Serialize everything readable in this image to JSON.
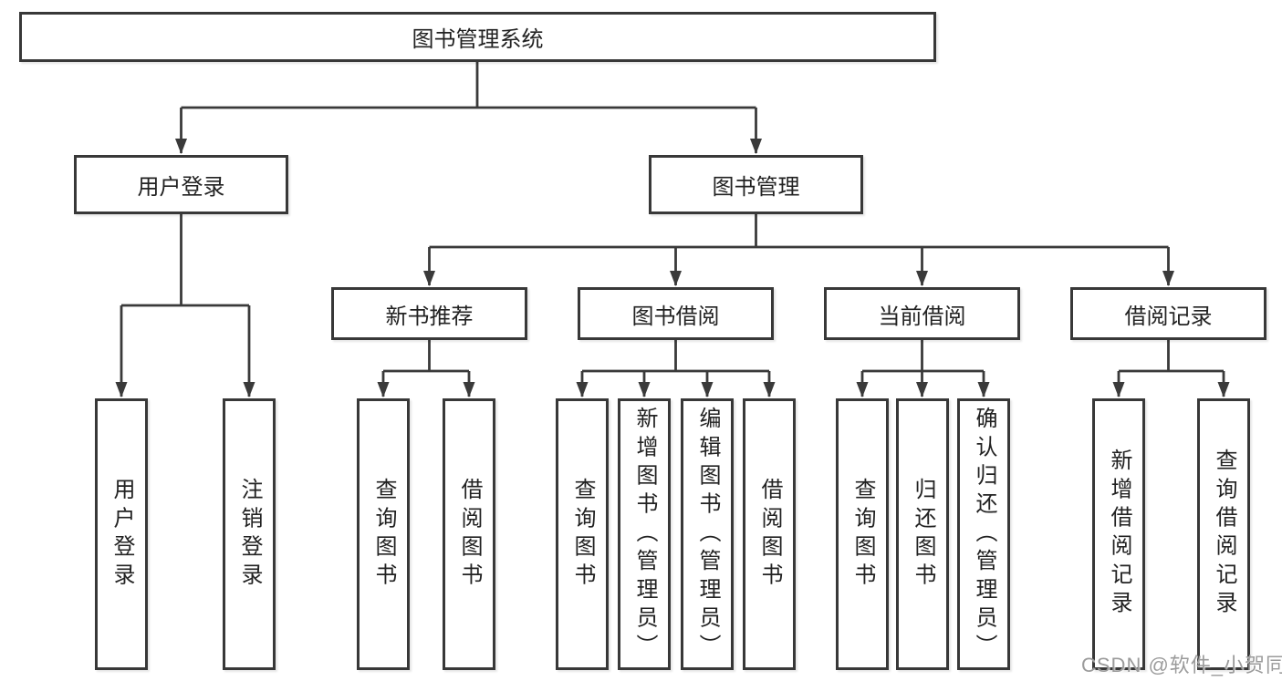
{
  "diagram_type": "hierarchy-tree",
  "tree": {
    "root": {
      "label": "图书管理系统",
      "children": [
        {
          "label": "用户登录",
          "children": [
            {
              "label": "用户登录"
            },
            {
              "label": "注销登录"
            }
          ]
        },
        {
          "label": "图书管理",
          "children": [
            {
              "label": "新书推荐",
              "children": [
                {
                  "label": "查询图书"
                },
                {
                  "label": "借阅图书"
                }
              ]
            },
            {
              "label": "图书借阅",
              "children": [
                {
                  "label": "查询图书"
                },
                {
                  "label": "新增图书（管理员）"
                },
                {
                  "label": "编辑图书（管理员）"
                },
                {
                  "label": "借阅图书"
                }
              ]
            },
            {
              "label": "当前借阅",
              "children": [
                {
                  "label": "查询图书"
                },
                {
                  "label": "归还图书"
                },
                {
                  "label": "确认归还（管理员）"
                }
              ]
            },
            {
              "label": "借阅记录",
              "children": [
                {
                  "label": "新增借阅记录"
                },
                {
                  "label": "查询借阅记录"
                }
              ]
            }
          ]
        }
      ]
    }
  },
  "watermark": "CSDN @软件_小贺同学",
  "colors": {
    "line": "#3a3a3a",
    "box_border": "#383838",
    "text": "#222222",
    "watermark": "#9b9b9b",
    "background": "#ffffff"
  }
}
